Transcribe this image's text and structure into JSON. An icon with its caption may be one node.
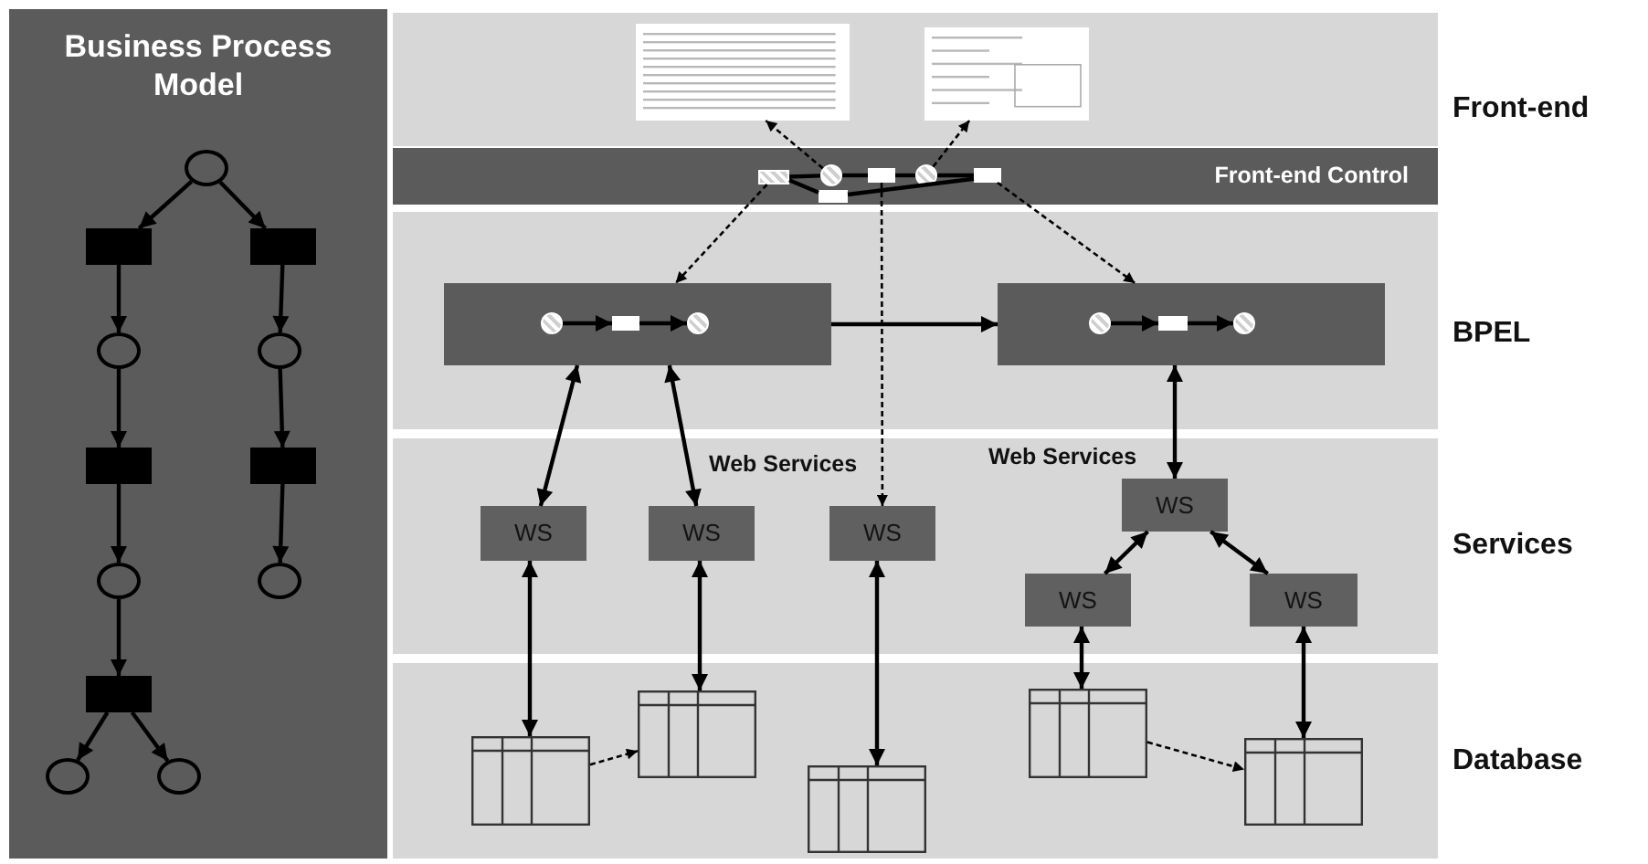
{
  "diagram": {
    "nodes": [
      {
        "text": [
          "Business Process Model"
        ]
      },
      {
        "text": [],
        "shape": "circle",
        "in": 0
      },
      {
        "text": [],
        "shape": "bar",
        "in": 0
      },
      {
        "text": [],
        "shape": "bar",
        "in": 0
      },
      {
        "text": [],
        "shape": "circle",
        "in": 0
      },
      {
        "text": [],
        "shape": "circle",
        "in": 0
      },
      {
        "text": [],
        "shape": "bar",
        "in": 0
      },
      {
        "text": [],
        "shape": "bar",
        "in": 0
      },
      {
        "text": [],
        "shape": "circle",
        "in": 0
      },
      {
        "text": [],
        "shape": "circle",
        "in": 0
      },
      {
        "text": [],
        "shape": "bar",
        "in": 0
      },
      {
        "text": [],
        "shape": "circle",
        "in": 0
      },
      {
        "text": [],
        "shape": "circle",
        "in": 0
      },
      {
        "text": [
          "Front-end"
        ]
      },
      {
        "text": [],
        "shape": "picture",
        "in": 13
      },
      {
        "text": [],
        "shape": "picture",
        "in": 13
      },
      {
        "text": [
          "Front-end Control"
        ]
      },
      {
        "text": [],
        "shape": "box",
        "in": 16
      },
      {
        "text": [],
        "shape": "circle",
        "in": 16
      },
      {
        "text": [],
        "shape": "box",
        "in": 16
      },
      {
        "text": [],
        "shape": "circle",
        "in": 16
      },
      {
        "text": [],
        "shape": "box",
        "in": 16
      },
      {
        "text": [],
        "shape": "box",
        "in": 16
      },
      {
        "text": [
          "BPEL"
        ]
      },
      {
        "text": [],
        "shape": "box",
        "in": 23
      },
      {
        "text": [],
        "shape": "circle",
        "in": 24
      },
      {
        "text": [],
        "shape": "box",
        "in": 24
      },
      {
        "text": [],
        "shape": "circle",
        "in": 24
      },
      {
        "text": [],
        "shape": "box",
        "in": 23
      },
      {
        "text": [],
        "shape": "circle",
        "in": 28
      },
      {
        "text": [],
        "shape": "box",
        "in": 28
      },
      {
        "text": [],
        "shape": "circle",
        "in": 28
      },
      {
        "text": [
          "Services"
        ]
      },
      {
        "text": [
          "WS"
        ],
        "in": 32
      },
      {
        "text": [
          "WS"
        ],
        "in": 32
      },
      {
        "text": [
          "WS"
        ],
        "in": 32
      },
      {
        "text": [
          "WS"
        ],
        "in": 32
      },
      {
        "text": [
          "WS"
        ],
        "in": 32
      },
      {
        "text": [
          "WS"
        ],
        "in": 32
      },
      {
        "text": [
          "Database"
        ]
      },
      {
        "text": [],
        "shape": "table",
        "in": 39
      },
      {
        "text": [],
        "shape": "table",
        "in": 39
      },
      {
        "text": [],
        "shape": "table",
        "in": 39
      },
      {
        "text": [],
        "shape": "table",
        "in": 39
      },
      {
        "text": [],
        "shape": "table",
        "in": 39
      }
    ],
    "edges": [
      {
        "from": 1,
        "to": 2,
        "arrow": "to"
      },
      {
        "from": 1,
        "to": 3,
        "arrow": "to"
      },
      {
        "from": 2,
        "to": 4,
        "arrow": "to"
      },
      {
        "from": 3,
        "to": 5,
        "arrow": "to"
      },
      {
        "from": 4,
        "to": 6,
        "arrow": "to"
      },
      {
        "from": 5,
        "to": 7,
        "arrow": "to"
      },
      {
        "from": 6,
        "to": 8,
        "arrow": "to"
      },
      {
        "from": 7,
        "to": 9,
        "arrow": "to"
      },
      {
        "from": 8,
        "to": 10,
        "arrow": "to"
      },
      {
        "from": 10,
        "to": 11,
        "arrow": "to"
      },
      {
        "from": 10,
        "to": 12,
        "arrow": "to"
      },
      {
        "from": 17,
        "to": 18,
        "arrow": "none"
      },
      {
        "from": 18,
        "to": 19,
        "arrow": "none"
      },
      {
        "from": 19,
        "to": 20,
        "arrow": "none"
      },
      {
        "from": 20,
        "to": 21,
        "arrow": "none"
      },
      {
        "from": 17,
        "to": 22,
        "arrow": "none"
      },
      {
        "from": 22,
        "to": 21,
        "arrow": "none"
      },
      {
        "from": 18,
        "to": 14,
        "arrow": "to",
        "style": "dashed"
      },
      {
        "from": 20,
        "to": 15,
        "arrow": "to",
        "style": "dashed"
      },
      {
        "from": 17,
        "to": 24,
        "arrow": "to",
        "style": "dashed"
      },
      {
        "from": 19,
        "to": 35,
        "arrow": "to",
        "style": "dashed"
      },
      {
        "from": 21,
        "to": 28,
        "arrow": "to",
        "style": "dashed"
      },
      {
        "from": 25,
        "to": 26,
        "arrow": "to"
      },
      {
        "from": 26,
        "to": 27,
        "arrow": "to"
      },
      {
        "from": 29,
        "to": 30,
        "arrow": "to"
      },
      {
        "from": 30,
        "to": 31,
        "arrow": "to"
      },
      {
        "from": 24,
        "to": 28,
        "arrow": "to"
      },
      {
        "from": 24,
        "to": 33,
        "arrow": "both"
      },
      {
        "from": 24,
        "to": 34,
        "arrow": "both"
      },
      {
        "from": 28,
        "to": 36,
        "arrow": "both"
      },
      {
        "from": 36,
        "to": 37,
        "arrow": "both"
      },
      {
        "from": 36,
        "to": 38,
        "arrow": "both"
      },
      {
        "from": 33,
        "to": 40,
        "arrow": "both"
      },
      {
        "from": 34,
        "to": 41,
        "arrow": "both"
      },
      {
        "from": 35,
        "to": 42,
        "arrow": "both"
      },
      {
        "from": 37,
        "to": 43,
        "arrow": "both"
      },
      {
        "from": 38,
        "to": 44,
        "arrow": "both"
      },
      {
        "from": 40,
        "to": 41,
        "arrow": "to",
        "style": "dashed"
      },
      {
        "from": 43,
        "to": 44,
        "arrow": "to",
        "style": "dashed"
      }
    ],
    "labels": [
      "Web Services",
      "Web Services"
    ]
  }
}
